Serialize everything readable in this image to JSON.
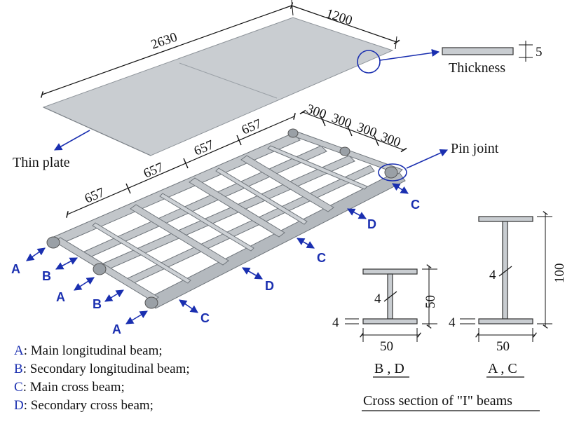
{
  "dimensions": {
    "plate_length": "2630",
    "plate_width": "1200",
    "span_1": "657",
    "span_2": "657",
    "span_3": "657",
    "span_4": "657",
    "spacing_1": "300",
    "spacing_2": "300",
    "spacing_3": "300",
    "spacing_4": "300",
    "thickness_value": "5"
  },
  "labels": {
    "thickness": "Thickness",
    "thin_plate": "Thin plate",
    "pin_joint": "Pin joint"
  },
  "beam_tags": {
    "a": "A",
    "b": "B",
    "c": "C",
    "d": "D"
  },
  "legend": [
    {
      "key": "A",
      "text": ": Main longitudinal beam;"
    },
    {
      "key": "B",
      "text": ": Secondary longitudinal beam;"
    },
    {
      "key": "C",
      "text": ": Main cross beam;"
    },
    {
      "key": "D",
      "text": ": Secondary cross beam;"
    }
  ],
  "sections": {
    "small": {
      "name": "B , D",
      "height": "50",
      "width": "50",
      "web": "4",
      "flange": "4"
    },
    "large": {
      "name": "A , C",
      "height": "100",
      "width": "50",
      "web": "4",
      "flange": "4"
    },
    "caption": "Cross section of \"I\" beams"
  },
  "colors": {
    "accent": "#1a2fb0",
    "plate": "#c9cdd1",
    "beam": "#c2c6ca"
  }
}
